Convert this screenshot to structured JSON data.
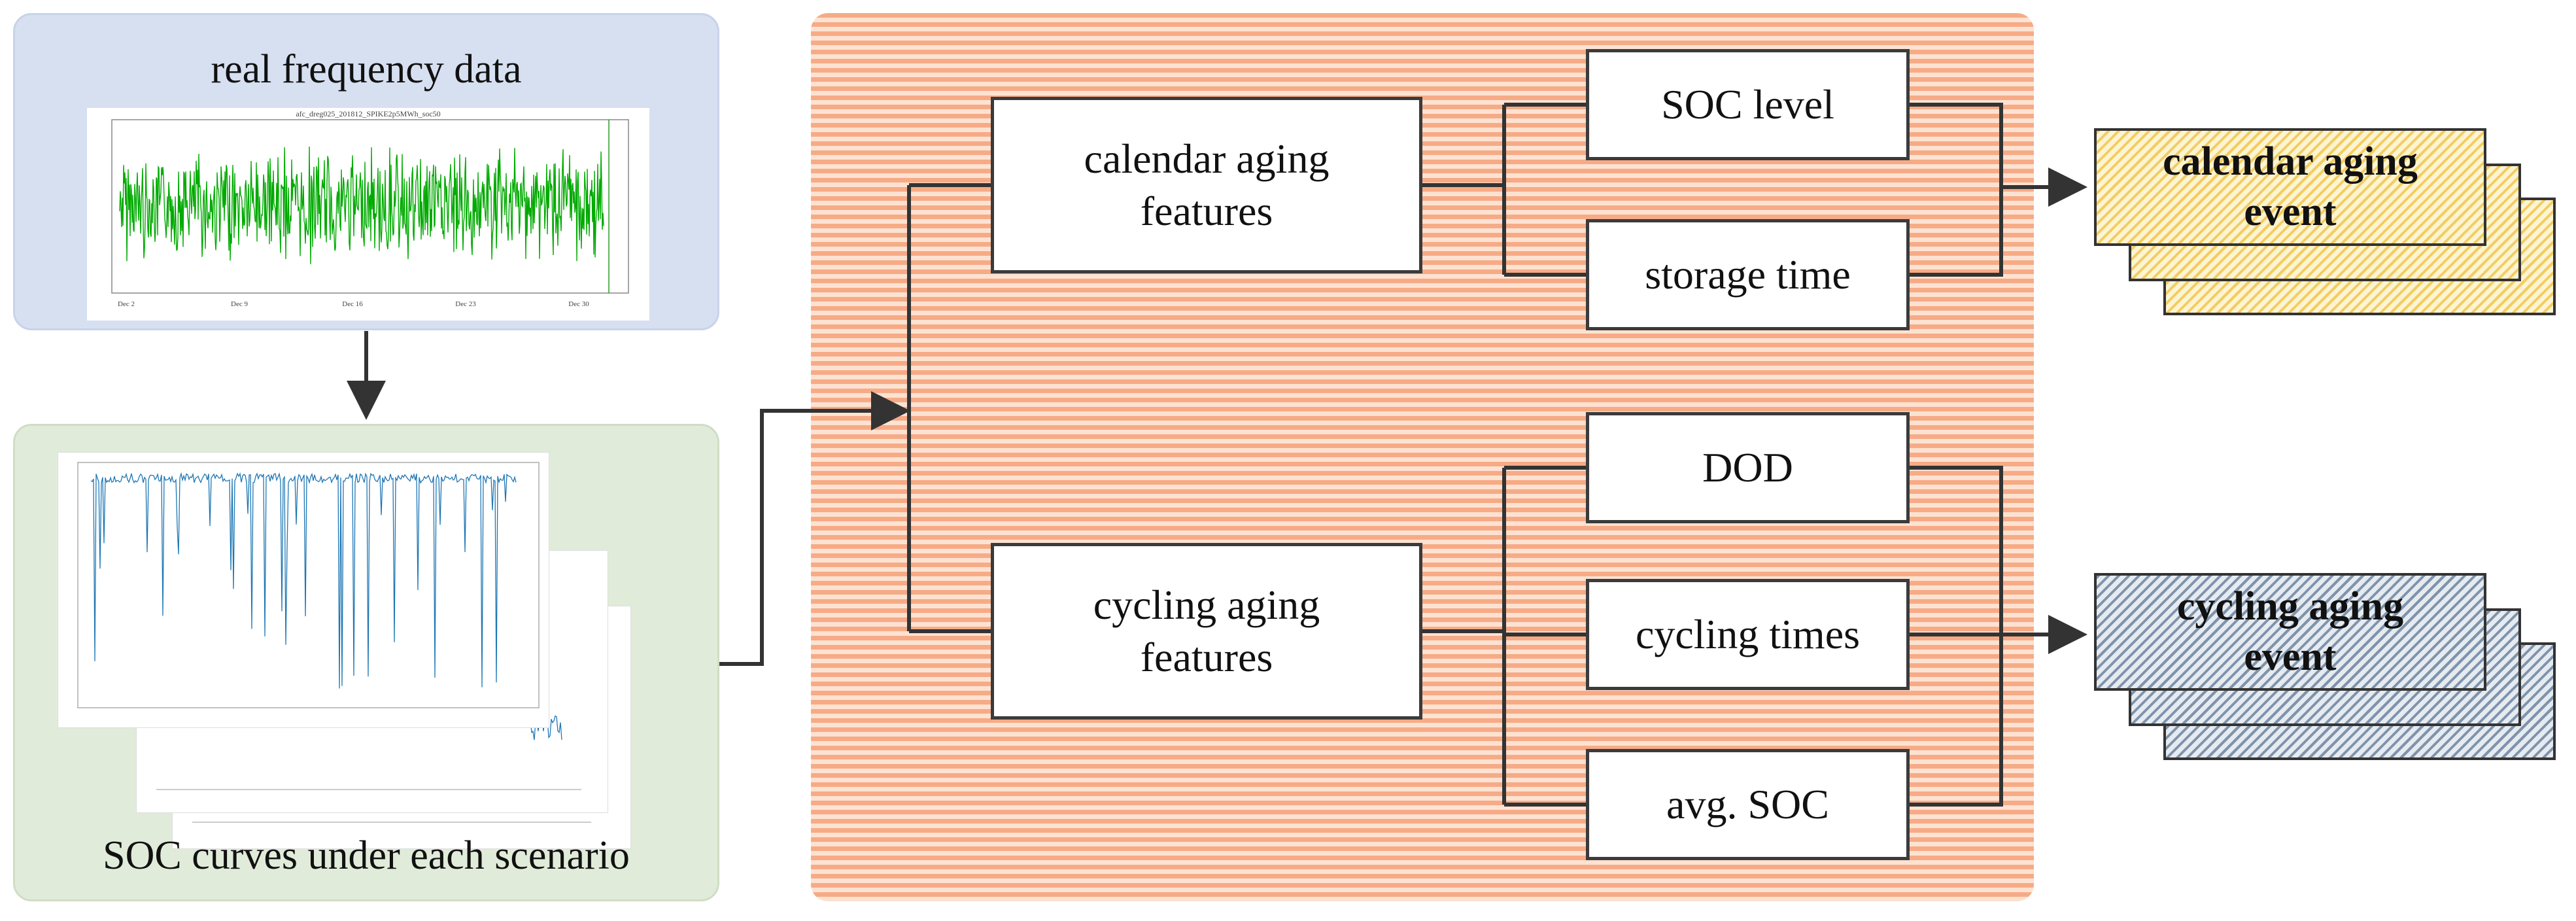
{
  "inputs": {
    "freq_panel_title": "real frequency data",
    "soc_panel_title": "SOC curves under each scenario",
    "freq_chart_caption": "afc_dreg025_201812_SPIKE2p5MWh_soc50",
    "freq_chart_xticks": [
      "Dec 2\n2018",
      "Dec 9",
      "Dec 16",
      "Dec 23",
      "Dec 30"
    ]
  },
  "features": {
    "calendar": {
      "label": "calendar aging features",
      "sub": [
        "SOC level",
        "storage time"
      ]
    },
    "cycling": {
      "label": "cycling aging features",
      "sub": [
        "DOD",
        "cycling times",
        "avg. SOC"
      ]
    }
  },
  "events": {
    "calendar": "calendar aging event",
    "cycling": "cycling aging event"
  },
  "colors": {
    "freq_line": "#00aa00",
    "soc_line": "#1f77b4",
    "calendar_event": "#f2cd63",
    "cycling_event": "#7f94ab",
    "feature_panel": "#f6ab86"
  }
}
